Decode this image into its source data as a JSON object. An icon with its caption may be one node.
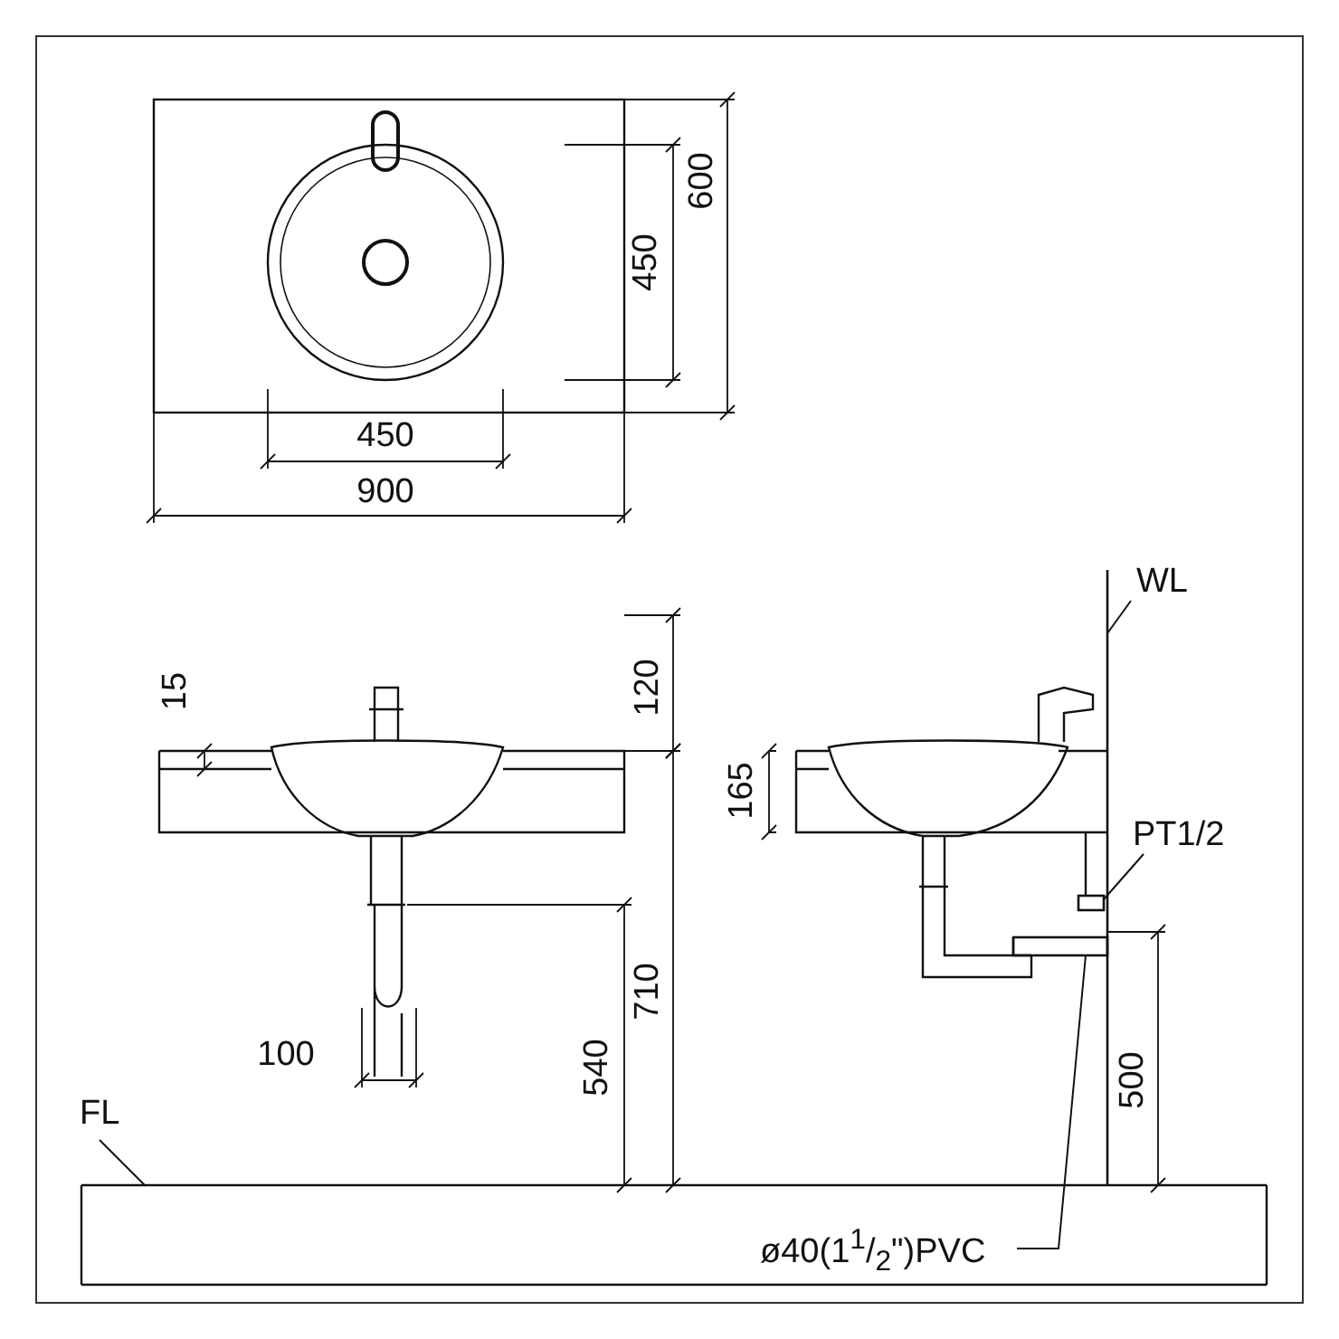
{
  "diagram": {
    "nodes": [
      {
        "text": [
          "WL"
        ]
      },
      {
        "text": [
          "PT1/2"
        ]
      },
      {
        "text": [
          "FL"
        ]
      },
      {
        "text": [
          "ø40(1$^{1}$/$_{2}$\")PVC"
        ]
      },
      {
        "text": [],
        "shape": "bar"
      },
      {
        "text": [],
        "shape": "box"
      },
      {
        "text": [],
        "shape": "bar"
      },
      {
        "text": [],
        "shape": "bar"
      }
    ],
    "edges": [
      {
        "from": 0,
        "to": 4,
        "arrow": "none"
      },
      {
        "from": 1,
        "to": 5,
        "arrow": "none"
      },
      {
        "from": 2,
        "to": 6,
        "arrow": "none"
      },
      {
        "from": 3,
        "to": 7,
        "arrow": "none"
      }
    ],
    "labels": [
      "450",
      "600",
      "450",
      "900",
      "15",
      "120",
      "165",
      "100",
      "540",
      "710",
      "500"
    ]
  }
}
